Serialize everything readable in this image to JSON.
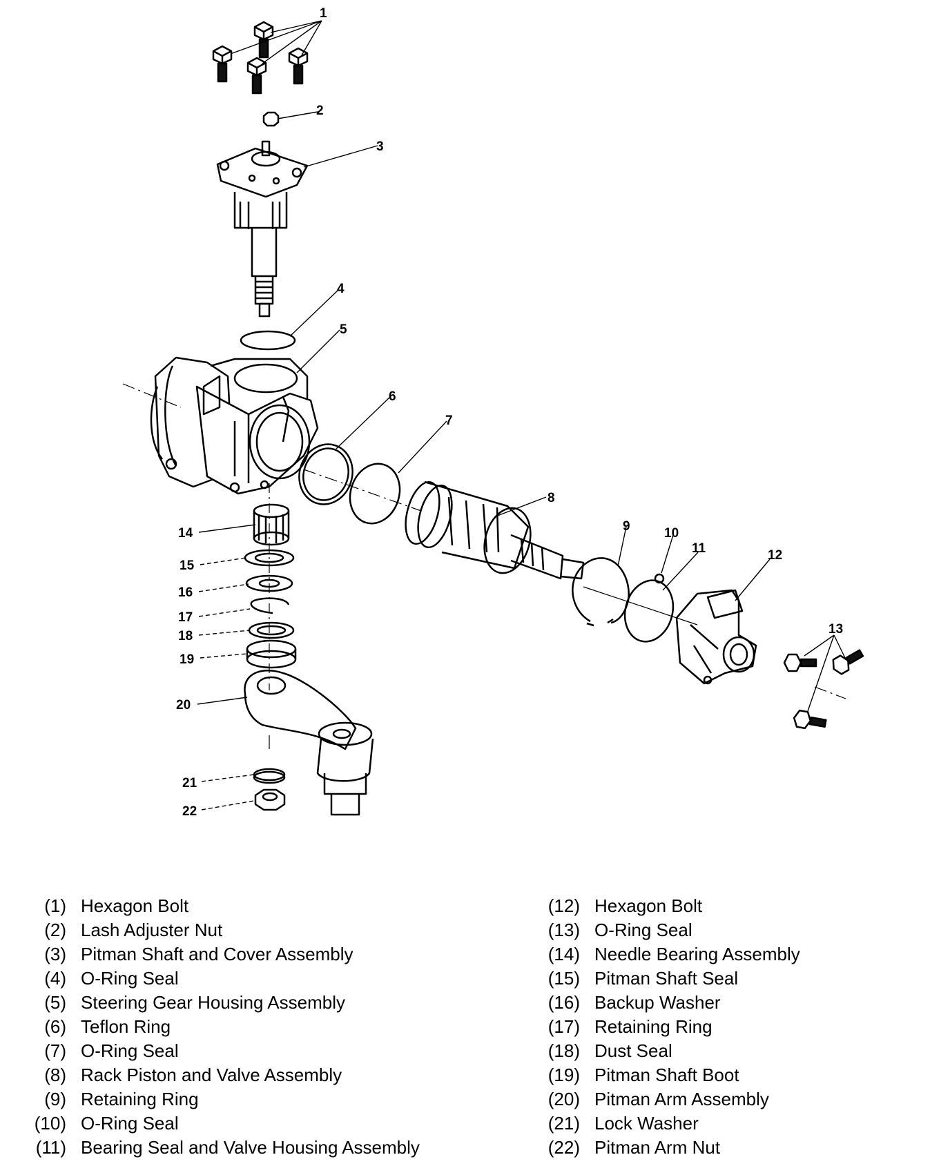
{
  "callouts": {
    "c1": "1",
    "c2": "2",
    "c3": "3",
    "c4": "4",
    "c5": "5",
    "c6": "6",
    "c7": "7",
    "c8": "8",
    "c9": "9",
    "c10": "10",
    "c11": "11",
    "c12": "12",
    "c13": "13",
    "c14": "14",
    "c15": "15",
    "c16": "16",
    "c17": "17",
    "c18": "18",
    "c19": "19",
    "c20": "20",
    "c21": "21",
    "c22": "22"
  },
  "legend": {
    "left": [
      {
        "num": "(1)",
        "name": "Hexagon Bolt"
      },
      {
        "num": "(2)",
        "name": "Lash Adjuster Nut"
      },
      {
        "num": "(3)",
        "name": "Pitman Shaft and Cover Assembly"
      },
      {
        "num": "(4)",
        "name": "O-Ring Seal"
      },
      {
        "num": "(5)",
        "name": "Steering Gear Housing Assembly"
      },
      {
        "num": "(6)",
        "name": "Teflon Ring"
      },
      {
        "num": "(7)",
        "name": "O-Ring Seal"
      },
      {
        "num": "(8)",
        "name": "Rack Piston and Valve Assembly"
      },
      {
        "num": "(9)",
        "name": "Retaining Ring"
      },
      {
        "num": "(10)",
        "name": "O-Ring Seal"
      },
      {
        "num": "(11)",
        "name": "Bearing Seal and Valve Housing Assembly"
      }
    ],
    "right": [
      {
        "num": "(12)",
        "name": "Hexagon Bolt"
      },
      {
        "num": "(13)",
        "name": "O-Ring Seal"
      },
      {
        "num": "(14)",
        "name": "Needle Bearing Assembly"
      },
      {
        "num": "(15)",
        "name": "Pitman Shaft Seal"
      },
      {
        "num": "(16)",
        "name": "Backup Washer"
      },
      {
        "num": "(17)",
        "name": "Retaining Ring"
      },
      {
        "num": "(18)",
        "name": "Dust Seal"
      },
      {
        "num": "(19)",
        "name": "Pitman Shaft Boot"
      },
      {
        "num": "(20)",
        "name": "Pitman Arm Assembly"
      },
      {
        "num": "(21)",
        "name": "Lock Washer"
      },
      {
        "num": "(22)",
        "name": "Pitman Arm Nut"
      }
    ]
  }
}
